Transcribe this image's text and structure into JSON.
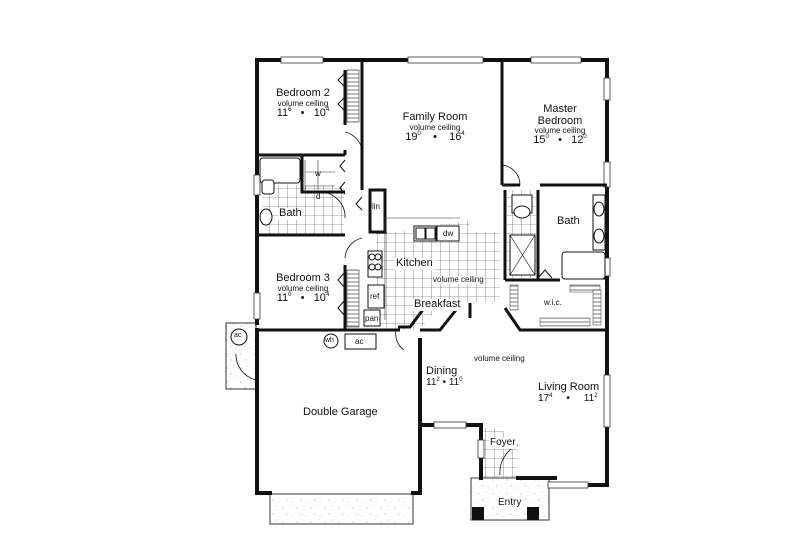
{
  "plan": {
    "rooms": [
      {
        "id": "bedroom2",
        "name": "Bedroom 2",
        "note": "volume ceiling",
        "width": "11",
        "width_in": "6",
        "depth": "10",
        "depth_in": "4"
      },
      {
        "id": "family",
        "name": "Family Room",
        "note": "volume ceiling",
        "width": "19",
        "width_in": "0",
        "depth": "16",
        "depth_in": "4"
      },
      {
        "id": "master",
        "name": "Master Bedroom",
        "name_line1": "Master",
        "name_line2": "Bedroom",
        "note": "volume ceiling",
        "width": "15",
        "width_in": "0",
        "depth": "12",
        "depth_in": "0"
      },
      {
        "id": "bedroom3",
        "name": "Bedroom 3",
        "note": "volume ceiling",
        "width": "11",
        "width_in": "0",
        "depth": "10",
        "depth_in": "4"
      },
      {
        "id": "dining",
        "name": "Dining",
        "width": "11",
        "width_in": "2",
        "depth": "11",
        "depth_in": "0"
      },
      {
        "id": "living",
        "name": "Living Room",
        "width": "17",
        "width_in": "4",
        "depth": "11",
        "depth_in": "2"
      }
    ],
    "labels": {
      "bath_hall": "Bath",
      "bath_master": "Bath",
      "kitchen": "Kitchen",
      "kitchen_note": "volume ceiling",
      "breakfast": "Breakfast",
      "wic": "w.i.c.",
      "dining_note": "volume ceiling",
      "garage": "Double Garage",
      "foyer": "Foyer",
      "entry": "Entry",
      "linen": "lin",
      "washer": "w",
      "dryer": "d",
      "dishwasher": "dw",
      "refrigerator": "ref",
      "pantry": "pan",
      "water_heater": "wh",
      "ac_garage": "ac",
      "ac_outdoor": "ac"
    },
    "separator": "•"
  }
}
